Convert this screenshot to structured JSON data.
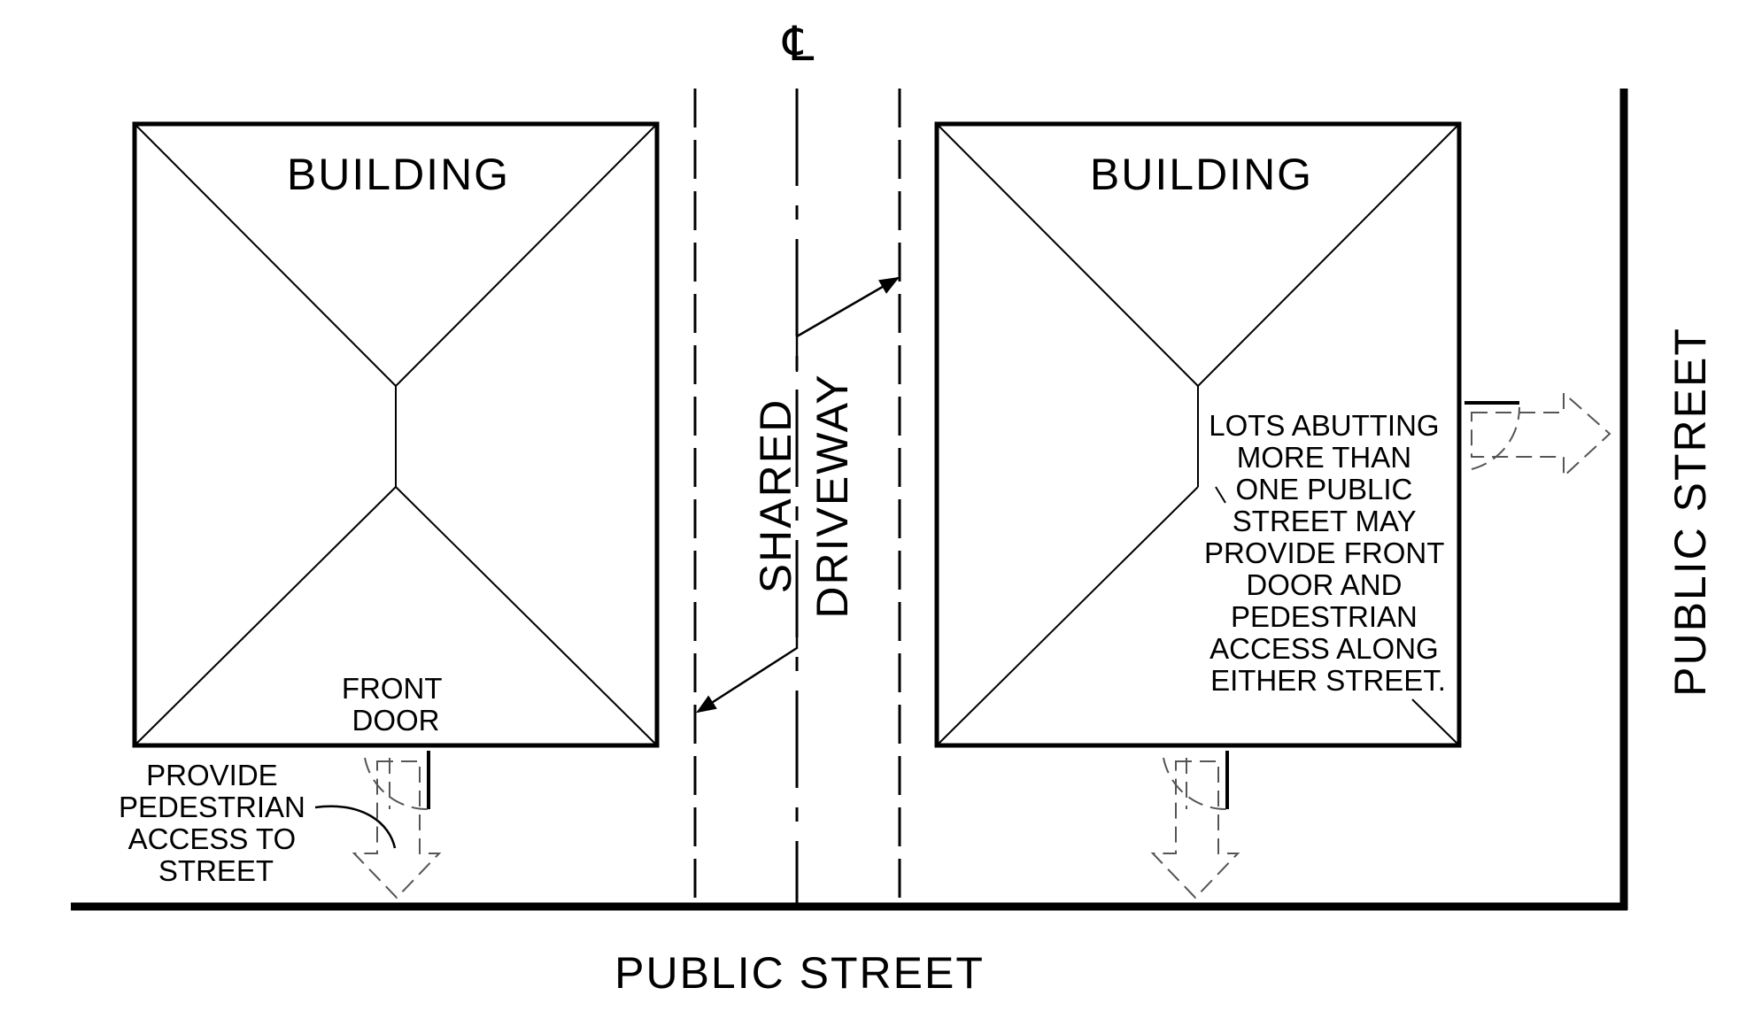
{
  "labels": {
    "building_left": "BUILDING",
    "building_right": "BUILDING",
    "centerline_symbol": "℄",
    "shared_driveway_line1": "SHARED",
    "shared_driveway_line2": "DRIVEWAY",
    "public_street_bottom": "PUBLIC STREET",
    "public_street_right": "PUBLIC STREET",
    "front_door": [
      "FRONT",
      "DOOR"
    ],
    "provide_access": [
      "PROVIDE",
      "PEDESTRIAN",
      "ACCESS TO",
      "STREET"
    ],
    "lots_note": [
      "LOTS ABUTTING",
      "MORE THAN",
      "ONE PUBLIC",
      "STREET MAY",
      "PROVIDE FRONT",
      "DOOR AND",
      "PEDESTRIAN",
      "ACCESS ALONG",
      "EITHER STREET."
    ]
  }
}
